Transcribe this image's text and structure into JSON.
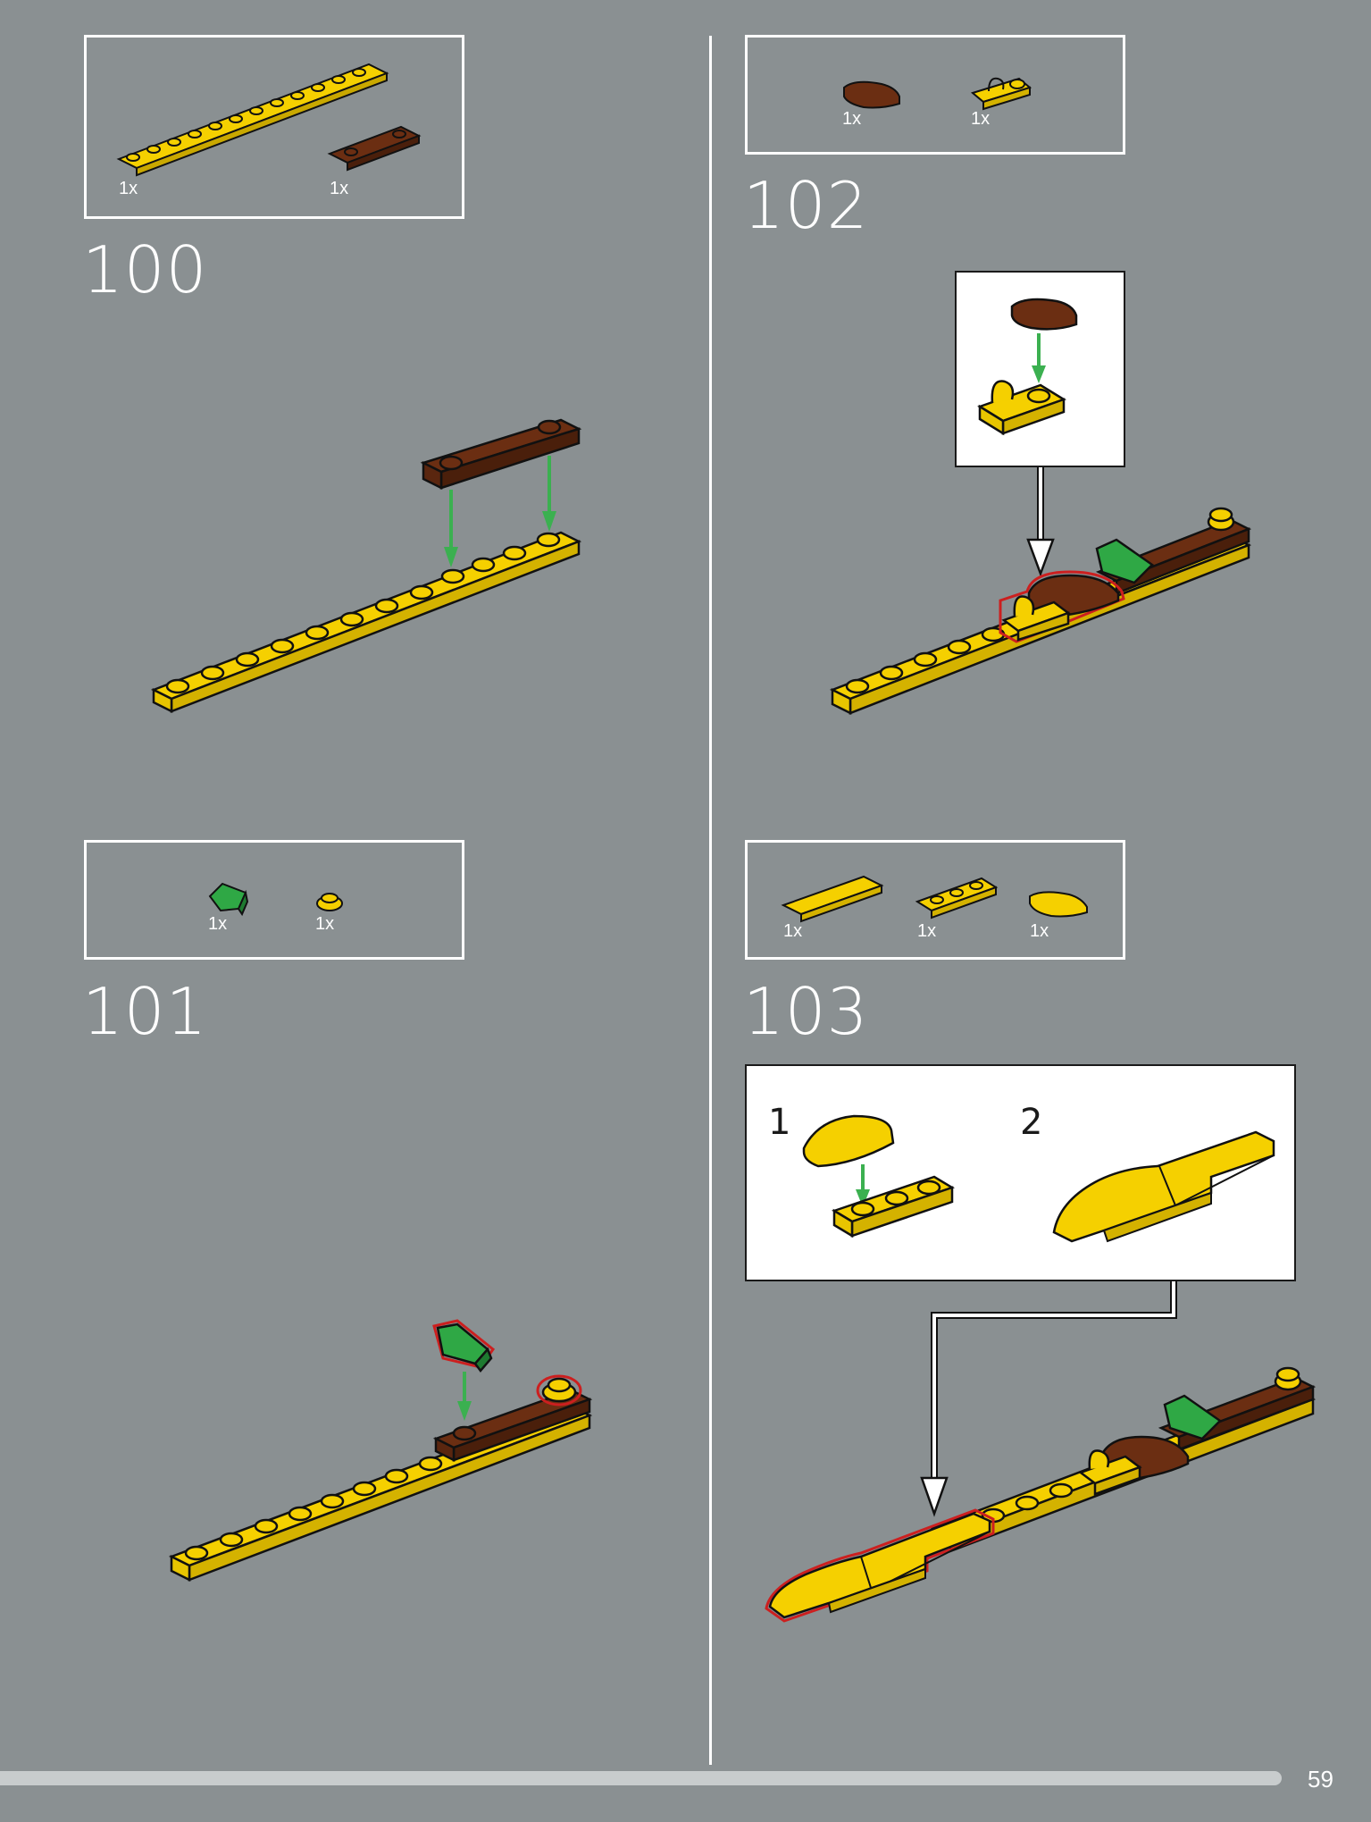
{
  "colors": {
    "background": "#8a9092",
    "yellow": "#f5d000",
    "brown": "#6b2e12",
    "green": "#2fa845",
    "highlight": "#cc1f1f",
    "arrow_green": "#3bb050"
  },
  "steps": [
    {
      "number": "100",
      "parts": [
        {
          "name": "yellow-plate-1x12",
          "qty": "1x"
        },
        {
          "name": "brown-plate-1x4",
          "qty": "1x"
        }
      ]
    },
    {
      "number": "101",
      "parts": [
        {
          "name": "green-slope",
          "qty": "1x"
        },
        {
          "name": "yellow-round-plate",
          "qty": "1x"
        }
      ]
    },
    {
      "number": "102",
      "parts": [
        {
          "name": "brown-curved-slope",
          "qty": "1x"
        },
        {
          "name": "yellow-clip-plate",
          "qty": "1x"
        }
      ]
    },
    {
      "number": "103",
      "parts": [
        {
          "name": "yellow-tile-1x4",
          "qty": "1x"
        },
        {
          "name": "yellow-plate-1x3",
          "qty": "1x"
        },
        {
          "name": "yellow-curved-slope",
          "qty": "1x"
        }
      ],
      "substeps": [
        "1",
        "2"
      ]
    }
  ],
  "page_number": "59"
}
